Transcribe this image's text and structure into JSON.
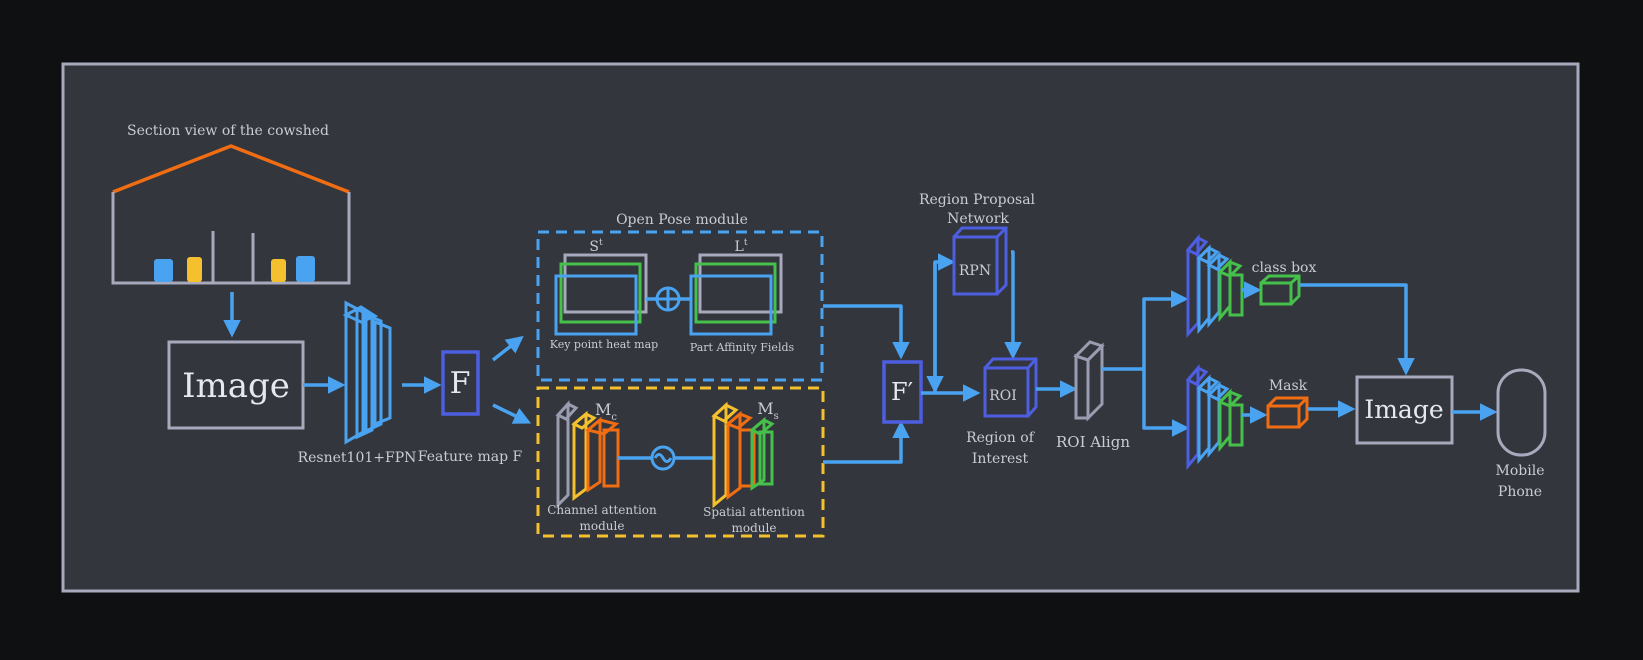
{
  "labels": {
    "cowshed": "Section view of the cowshed",
    "image_in": "Image",
    "resnet": "Resnet101+FPN",
    "feature_map": "Feature map F",
    "f": "F",
    "openpose": "Open Pose module",
    "st": "S",
    "st_sup": "t",
    "lt": "L",
    "lt_sup": "t",
    "keypoint": "Key point heat map",
    "paf": "Part Affinity Fields",
    "mc": "M",
    "mc_sub": "c",
    "ms": "M",
    "ms_sub": "s",
    "channel_att_1": "Channel attention",
    "channel_att_2": "module",
    "spatial_att_1": "Spatial attention",
    "spatial_att_2": "module",
    "fprime": "F′",
    "rpn_title_1": "Region Proposal",
    "rpn_title_2": "Network",
    "rpn": "RPN",
    "roi": "ROI",
    "roi_caption_1": "Region of",
    "roi_caption_2": "Interest",
    "roi_align": "ROI Align",
    "class_box": "class box",
    "mask": "Mask",
    "image_out": "Image",
    "phone_1": "Mobile",
    "phone_2": "Phone"
  },
  "colors": {
    "background": "#0f1011",
    "panel": "#33363c",
    "panel_border": "#a7aabd",
    "blue": "#4aa3f0",
    "indigo": "#4d5fe0",
    "green": "#45c04a",
    "orange": "#f06d13",
    "yellow": "#f5c02d",
    "gray": "#9a9cb0"
  }
}
